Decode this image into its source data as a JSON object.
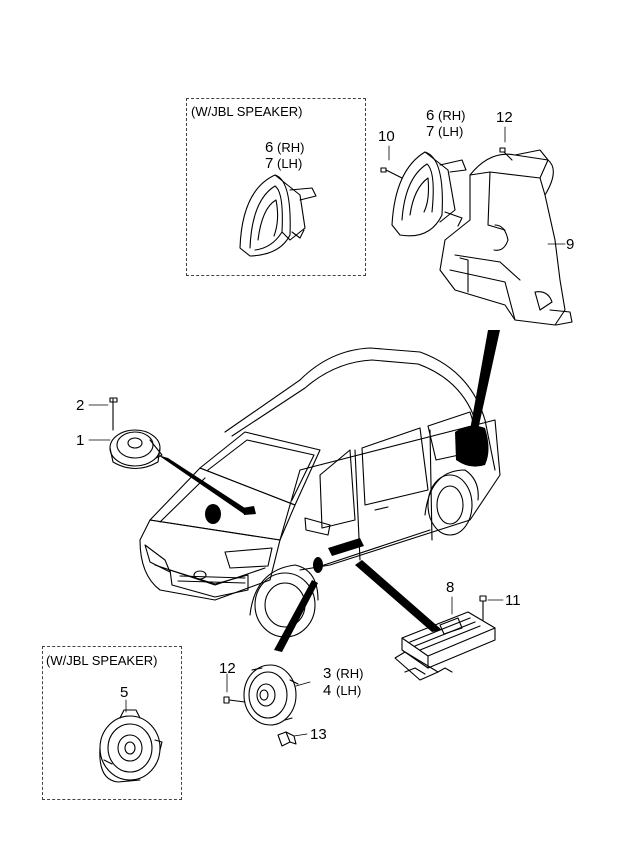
{
  "callouts": {
    "c1": "1",
    "c2": "2",
    "c3": "3",
    "c3_side": "(RH)",
    "c4": "4",
    "c4_side": "(LH)",
    "c5": "5",
    "c6_top": "6",
    "c6_top_side": "(RH)",
    "c7_top": "7",
    "c7_top_side": "(LH)",
    "c6_box": "6",
    "c6_box_side": "(RH)",
    "c7_box": "7",
    "c7_box_side": "(LH)",
    "c8": "8",
    "c9": "9",
    "c10": "10",
    "c11": "11",
    "c12_top": "12",
    "c12_bottom": "12",
    "c13": "13"
  },
  "boxes": {
    "top_box_title": "(W/JBL SPEAKER)",
    "bottom_box_title": "(W/JBL SPEAKER)"
  }
}
